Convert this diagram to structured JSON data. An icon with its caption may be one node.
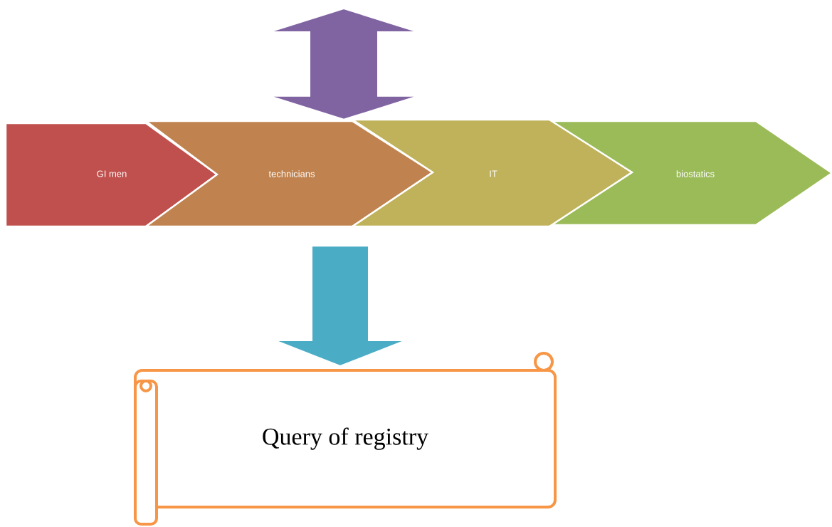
{
  "diagram": {
    "nodes": [
      {
        "text": [
          "GI men"
        ]
      },
      {
        "text": [
          "technicians"
        ]
      },
      {
        "text": [
          "IT"
        ]
      },
      {
        "text": [
          "biostatics"
        ]
      },
      {
        "text": [
          "Query of registry"
        ]
      }
    ],
    "edges": [
      {
        "from": null,
        "to": 1,
        "arrow": "both",
        "color": "#8064a2"
      },
      {
        "from": 1,
        "to": 4,
        "arrow": "to",
        "color": "#4bacc6"
      }
    ]
  }
}
